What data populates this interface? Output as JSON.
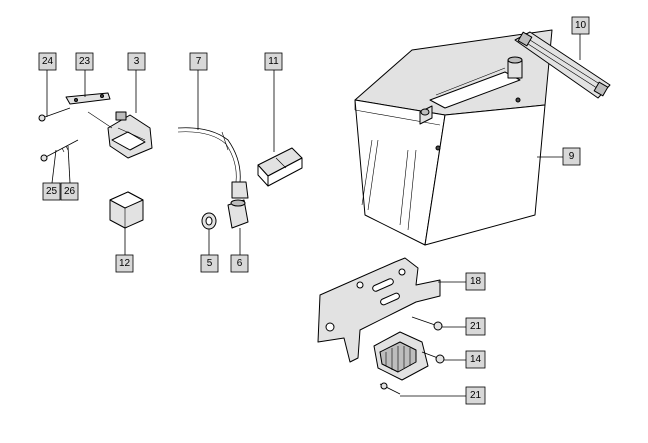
{
  "diagram": {
    "labels": {
      "p24": "24",
      "p23": "23",
      "p3": "3",
      "p7": "7",
      "p11": "11",
      "p10": "10",
      "p9": "9",
      "p25": "25",
      "p26": "26",
      "p12": "12",
      "p5": "5",
      "p6": "6",
      "p18": "18",
      "p21a": "21",
      "p14": "14",
      "p21b": "21"
    }
  }
}
